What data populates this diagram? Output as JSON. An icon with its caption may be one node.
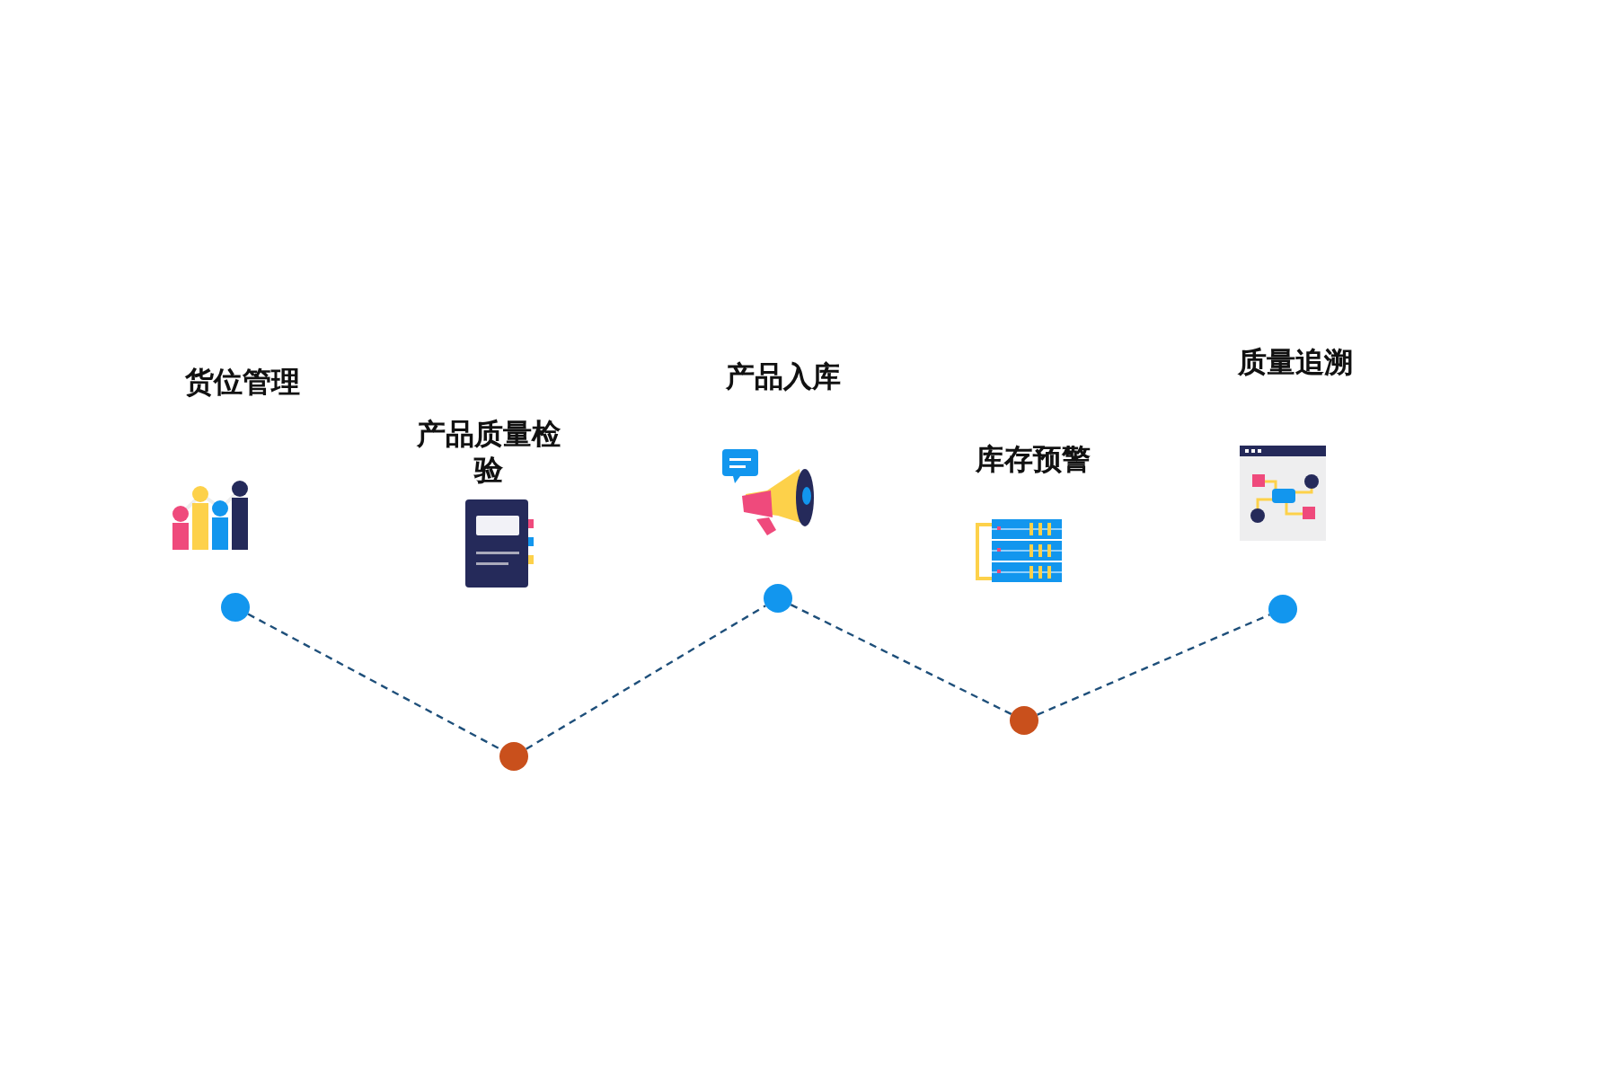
{
  "diagram": {
    "nodes": [
      {
        "text": [],
        "shape": "circle"
      },
      {
        "text": [],
        "shape": "circle"
      },
      {
        "text": [],
        "shape": "circle"
      },
      {
        "text": [],
        "shape": "circle"
      },
      {
        "text": [],
        "shape": "circle"
      }
    ],
    "labels": [
      "货位管理",
      "产品质量检验",
      "产品入库",
      "库存预警",
      "质量追溯"
    ],
    "edges": [
      {
        "from": 0,
        "to": 1,
        "arrow": "none",
        "style": "dashed"
      },
      {
        "from": 1,
        "to": 2,
        "arrow": "none",
        "style": "dashed"
      },
      {
        "from": 2,
        "to": 3,
        "arrow": "none",
        "style": "dashed"
      },
      {
        "from": 3,
        "to": 4,
        "arrow": "none",
        "style": "dashed"
      }
    ]
  }
}
